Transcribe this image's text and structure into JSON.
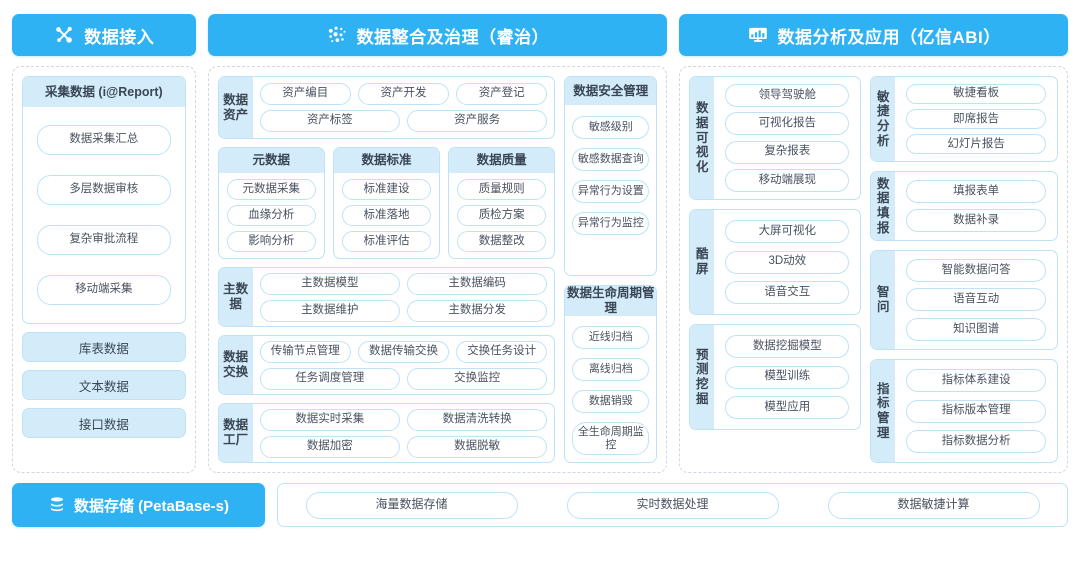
{
  "banners": [
    {
      "id": "data-access",
      "label": "数据接入",
      "icon": "nodes-icon",
      "color": "#2fb2f4"
    },
    {
      "id": "data-integration",
      "label": "数据整合及治理（睿治）",
      "icon": "dots-cluster-icon",
      "color": "#2fb2f4"
    },
    {
      "id": "data-analysis",
      "label": "数据分析及应用（亿信ABI）",
      "icon": "monitor-chart-icon",
      "color": "#2fb2f4"
    }
  ],
  "access": {
    "collect": {
      "title": "采集数据 (i@Report)",
      "items": [
        "数据采集汇总",
        "多层数据审核",
        "复杂审批流程",
        "移动端采集"
      ]
    },
    "sources": [
      "库表数据",
      "文本数据",
      "接口数据"
    ]
  },
  "integration": {
    "asset": {
      "label": "数据资产",
      "row1": [
        "资产编目",
        "资产开发",
        "资产登记"
      ],
      "row2": [
        "资产标签",
        "资产服务"
      ]
    },
    "trio": [
      {
        "title": "元数据",
        "items": [
          "元数据采集",
          "血缘分析",
          "影响分析"
        ]
      },
      {
        "title": "数据标准",
        "items": [
          "标准建设",
          "标准落地",
          "标准评估"
        ]
      },
      {
        "title": "数据质量",
        "items": [
          "质量规则",
          "质检方案",
          "数据整改"
        ]
      }
    ],
    "master": {
      "label": "主数据",
      "row1": [
        "主数据模型",
        "主数据编码"
      ],
      "row2": [
        "主数据维护",
        "主数据分发"
      ]
    },
    "exchange": {
      "label": "数据交换",
      "row1": [
        "传输节点管理",
        "数据传输交换",
        "交换任务设计"
      ],
      "row2": [
        "任务调度管理",
        "交换监控"
      ]
    },
    "factory": {
      "label": "数据工厂",
      "row1": [
        "数据实时采集",
        "数据清洗转换"
      ],
      "row2": [
        "数据加密",
        "数据脱敏"
      ]
    },
    "security": {
      "title": "数据安全管理",
      "items": [
        "敏感级别",
        "敏感数据查询",
        "异常行为设置",
        "异常行为监控"
      ]
    },
    "lifecycle": {
      "title": "数据生命周期管理",
      "items": [
        "近线归档",
        "离线归档",
        "数据销毁",
        "全生命周期监控"
      ]
    }
  },
  "analysis": {
    "left": [
      {
        "label": "数据可视化",
        "items": [
          "领导驾驶舱",
          "可视化报告",
          "复杂报表",
          "移动端展现"
        ]
      },
      {
        "label": "酷屏",
        "items": [
          "大屏可视化",
          "3D动效",
          "语音交互"
        ]
      },
      {
        "label": "预测挖掘",
        "items": [
          "数据挖掘模型",
          "模型训练",
          "模型应用"
        ]
      }
    ],
    "right": [
      {
        "label": "敏捷分析",
        "items": [
          "敏捷看板",
          "即席报告",
          "幻灯片报告"
        ]
      },
      {
        "label": "数据填报",
        "items": [
          "填报表单",
          "数据补录"
        ]
      },
      {
        "label": "智问",
        "items": [
          "智能数据问答",
          "语音互动",
          "知识图谱"
        ]
      },
      {
        "label": "指标管理",
        "items": [
          "指标体系建设",
          "指标版本管理",
          "指标数据分析"
        ]
      }
    ]
  },
  "storage": {
    "badge_label": "数据存储 (PetaBase-s)",
    "badge_icon": "database-icon",
    "items": [
      "海量数据存储",
      "实时数据处理",
      "数据敏捷计算"
    ]
  },
  "theme": {
    "accent": "#2fb2f4",
    "header_fill": "#d4ecfa",
    "pill_border": "#bfe3f6",
    "panel_border": "#cfd8e0",
    "text": "#3b4450"
  }
}
